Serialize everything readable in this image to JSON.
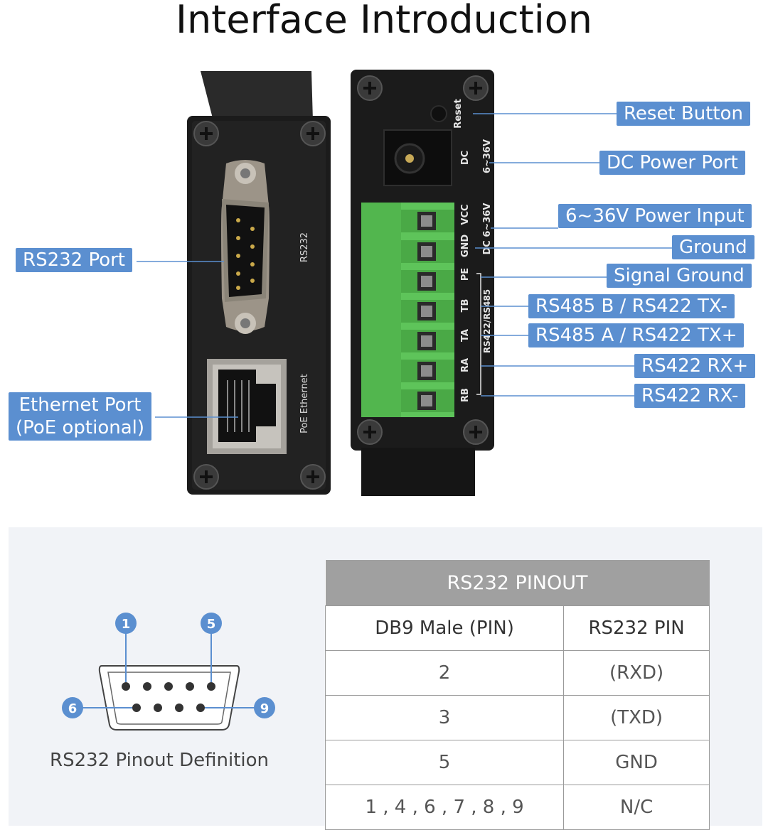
{
  "title": "Interface Introduction",
  "left_labels": {
    "rs232_port": "RS232 Port",
    "ethernet_port_line1": "Ethernet Port",
    "ethernet_port_line2": "(PoE optional)"
  },
  "right_labels": {
    "reset": "Reset Button",
    "dc_port": "DC Power Port",
    "power_input": "6~36V Power Input",
    "ground": "Ground",
    "signal_ground": "Signal Ground",
    "tb": "RS485 B / RS422 TX-",
    "ta": "RS485 A / RS422 TX+",
    "ra": "RS422 RX+",
    "rb": "RS422 RX-"
  },
  "device_text": {
    "rs232": "RS232",
    "poe_ethernet": "PoE Ethernet",
    "reset": "Reset",
    "dc": "DC",
    "dc_range": "6~36V",
    "vcc": "VCC",
    "gnd": "GND",
    "dc_range2": "DC 6~36V",
    "pe": "PE",
    "tb": "TB",
    "ta": "TA",
    "ra": "RA",
    "rb": "RB",
    "rs422_485": "RS422/RS485"
  },
  "pin_diagram": {
    "pins": [
      "1",
      "5",
      "6",
      "9"
    ],
    "caption": "RS232 Pinout Definition"
  },
  "pinout_table": {
    "title": "RS232 PINOUT",
    "headers": [
      "DB9 Male (PIN)",
      "RS232 PIN"
    ],
    "rows": [
      [
        "2",
        "(RXD)"
      ],
      [
        "3",
        "(TXD)"
      ],
      [
        "5",
        "GND"
      ],
      [
        "1 , 4 , 6 , 7 , 8 , 9",
        "N/C"
      ]
    ]
  },
  "colors": {
    "label_blue": "#5b8fd0",
    "terminal_green": "#5ec45a",
    "device_black": "#1a1a1a",
    "table_header": "#a0a0a0"
  }
}
